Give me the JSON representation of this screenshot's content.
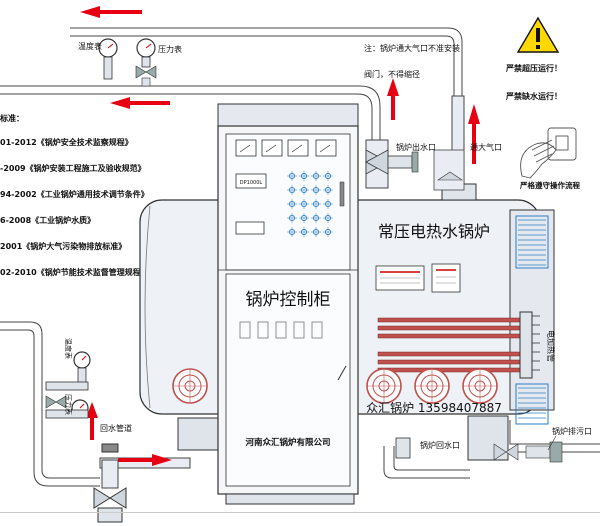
{
  "colors": {
    "pipe_fill": "#e9edf3",
    "pipe_stroke": "#444444",
    "arrow_red": "#e60012",
    "boiler_fill": "#eef1f5",
    "cabinet_fill": "#f4f6f8",
    "heater_red": "#c0504d",
    "fan_blue": "#2a7fc8",
    "warning_yellow": "#ffd800",
    "gauge_red": "#cc0000"
  },
  "labels": {
    "temp_gauge_top": "温度表",
    "pressure_gauge_top": "压力表",
    "safety_note_line1": "注：锅炉通大气口不准安装",
    "safety_note_line2": "阀门，不得缩径",
    "warning_line1": "严禁超压运行！",
    "warning_line2": "严禁缺水运行！",
    "operate_line": "严格遵守操作流程",
    "vent_to_atm": "通大气口",
    "boiler_outlet": "锅炉出水口",
    "boiler_title": "常压电热水锅炉",
    "cabinet_title": "锅炉控制柜",
    "cabinet_company": "河南众汇锅炉有限公司",
    "heating_tube": "电加热管",
    "watermark": "众汇锅炉 13598407887",
    "return_pipe": "回水管道",
    "boiler_return": "锅炉回水口",
    "boiler_drain": "锅炉排污口",
    "temp_gauge_left": "温度表",
    "pressure_gauge_left": "压力表",
    "panel_display": "DP1000L"
  },
  "standards": {
    "heading": "标准：",
    "items": [
      "01-2012《锅炉安全技术监察规程》",
      "-2009《锅炉安装工程施工及验收规范》",
      "94-2002《工业锅炉通用技术调节条件》",
      "6-2008《工业锅炉水质》",
      "2001《锅炉大气污染物排放标准》",
      "02-2010《锅炉节能技术监督管理规程》"
    ]
  },
  "icons": {
    "warning": "warning-triangle-icon",
    "hand": "hand-operate-icon",
    "fan": "circulation-pump-icon",
    "gauge": "gauge-icon",
    "valve": "valve-icon"
  }
}
